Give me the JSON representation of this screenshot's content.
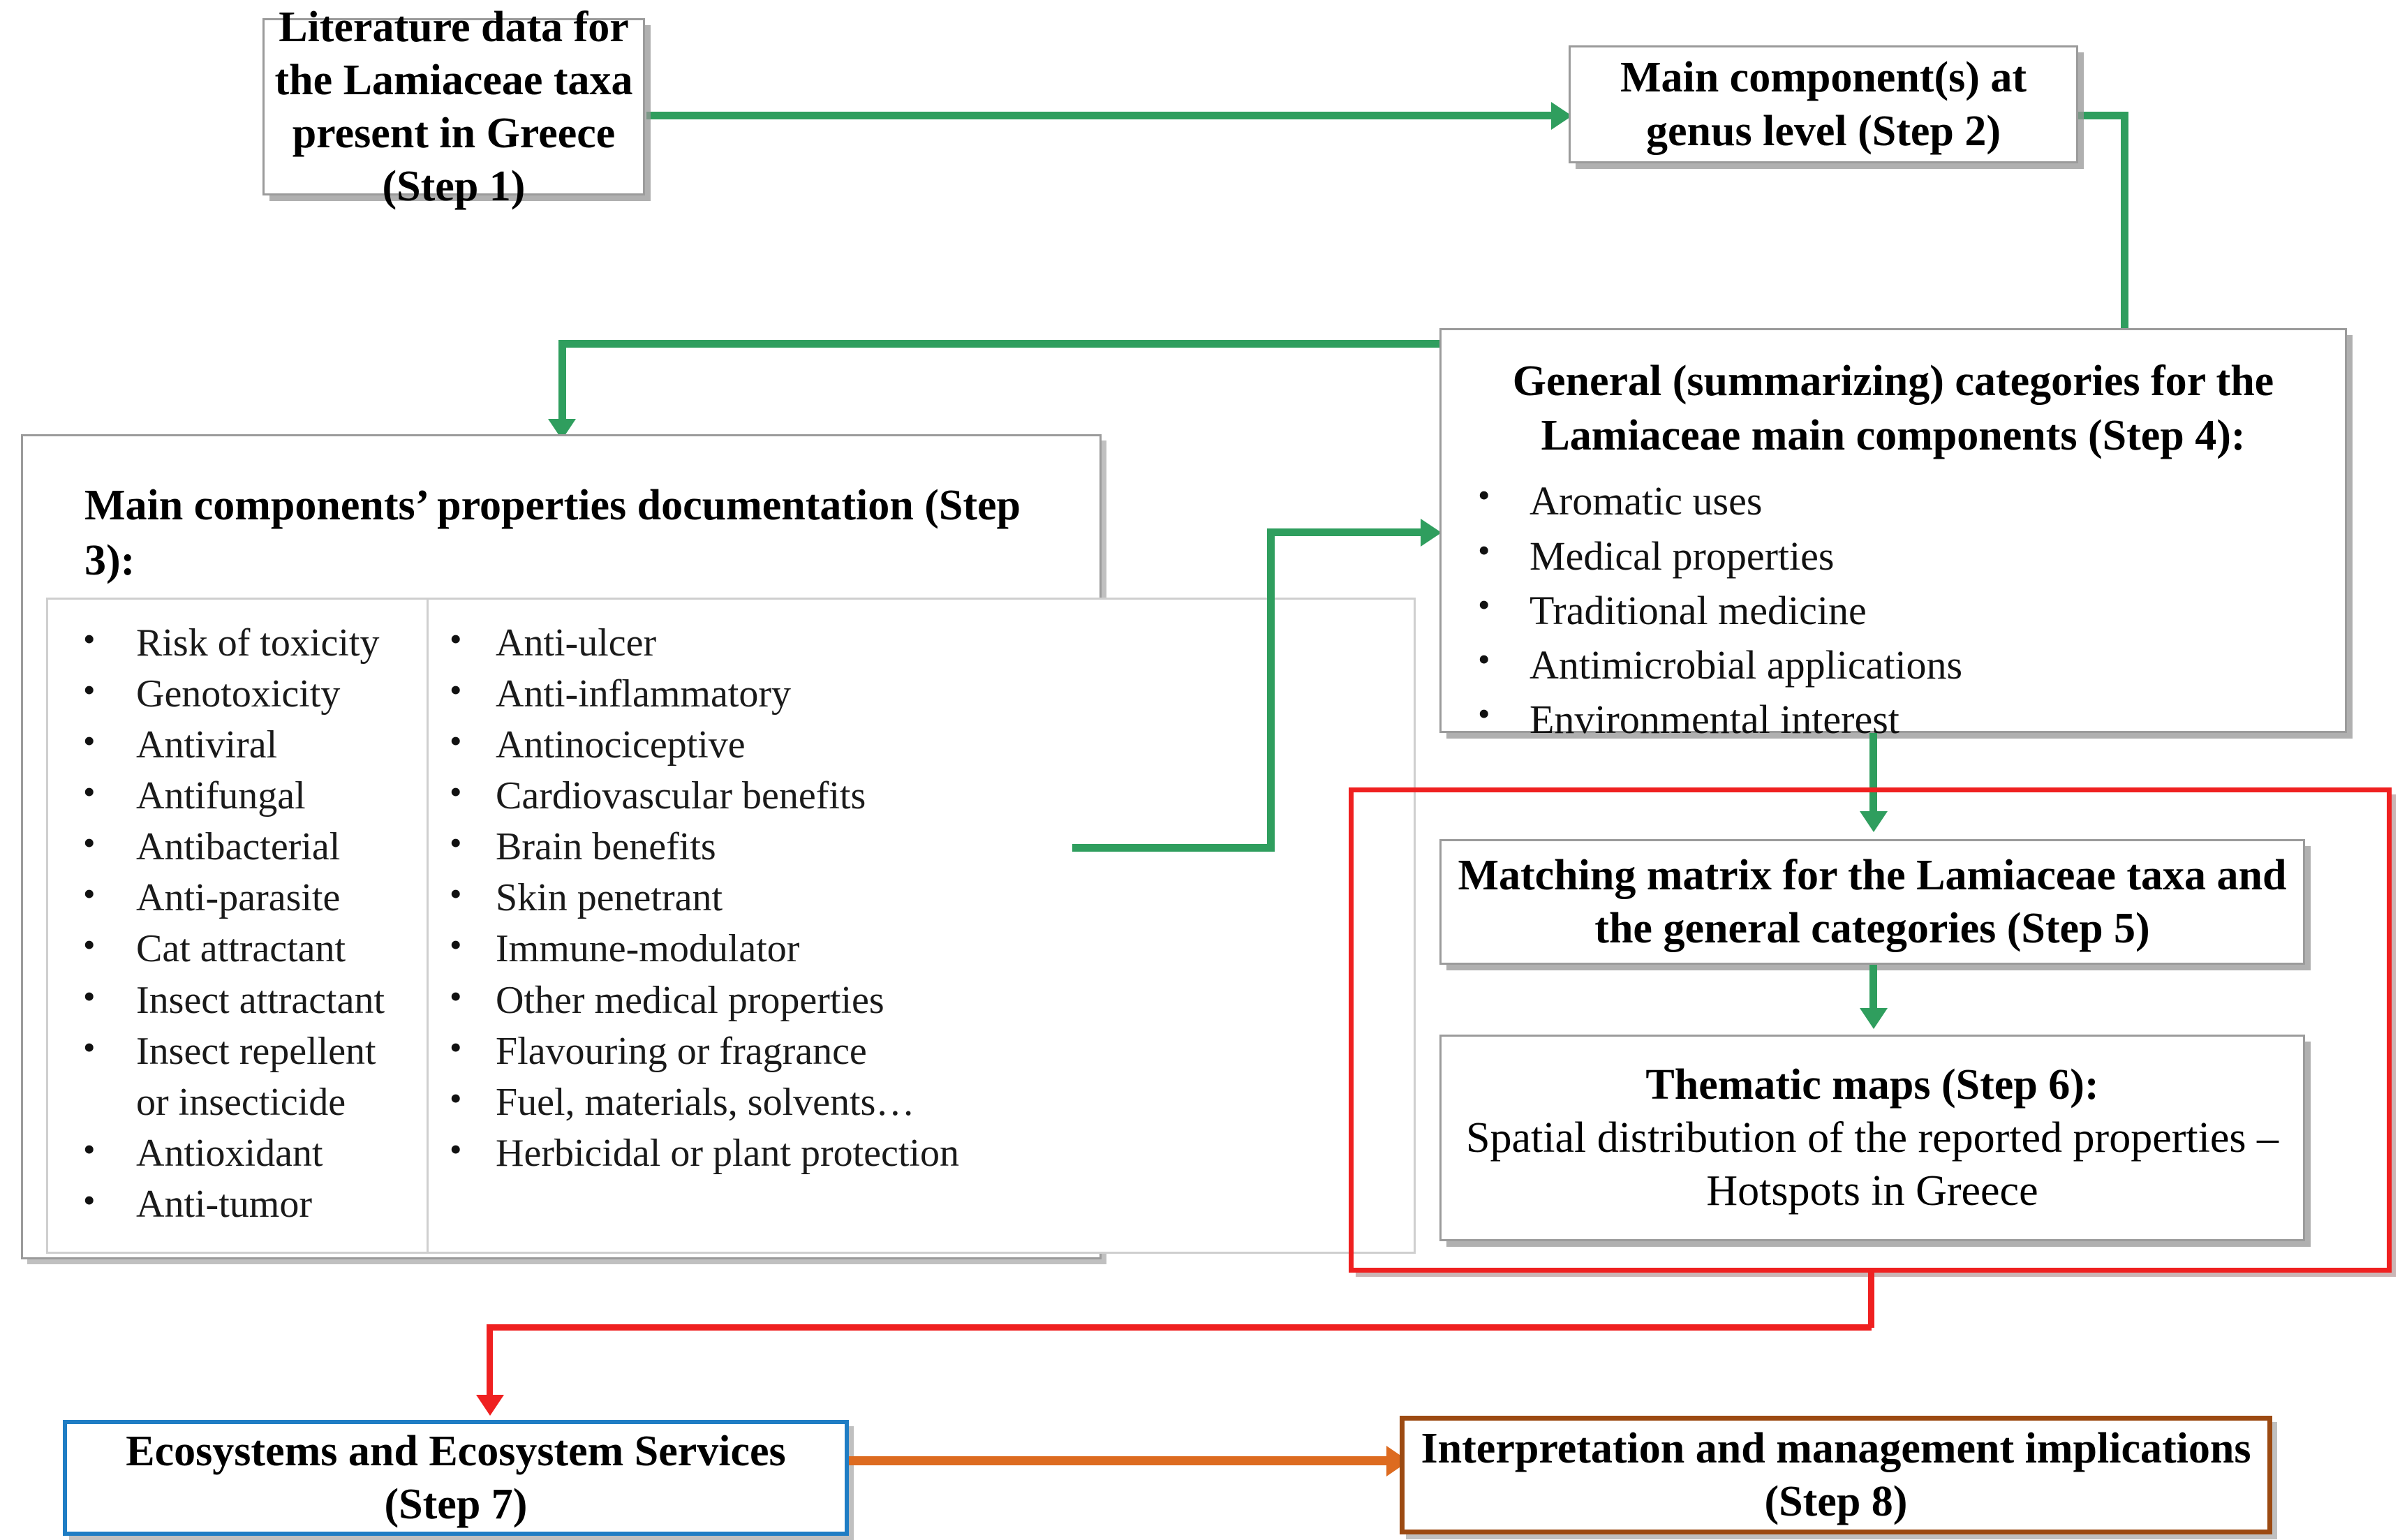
{
  "diagram": {
    "title": "Lamiaceae taxa workflow flowchart",
    "colors": {
      "green_connector": "#2f9e5e",
      "red_group": "#ef2020",
      "orange_connector": "#dd6b20",
      "blue_box_border": "#1f7dc4",
      "brown_box_border": "#9c4a12",
      "box_border_gray": "#9b9b9b"
    }
  },
  "steps": {
    "step1": {
      "label": "Literature data for the Lamiaceae taxa present in Greece (Step 1)"
    },
    "step2": {
      "label": "Main component(s) at genus level (Step 2)"
    },
    "step3": {
      "header": "Main components’ properties documentation (Step 3):",
      "left_column": [
        "Risk of toxicity",
        "Genotoxicity",
        "Antiviral",
        "Antifungal",
        "Antibacterial",
        "Anti-parasite",
        "Cat attractant",
        "Insect attractant",
        "Insect repellent\nor insecticide",
        "Antioxidant",
        "Anti-tumor"
      ],
      "right_column": [
        "Anti-ulcer",
        "Anti-inflammatory",
        "Antinociceptive",
        "Cardiovascular benefits",
        "Brain benefits",
        "Skin penetrant",
        "Immune-modulator",
        "Other medical properties",
        "Flavouring or fragrance",
        "Fuel, materials, solvents…",
        "Herbicidal or plant protection"
      ]
    },
    "step4": {
      "header": "General (summarizing) categories for the Lamiaceae main components (Step 4):",
      "items": [
        "Aromatic uses",
        "Medical properties",
        "Traditional medicine",
        "Antimicrobial applications",
        "Environmental interest"
      ]
    },
    "step5": {
      "label": "Matching matrix for the Lamiaceae taxa and the general categories (Step 5)"
    },
    "step6": {
      "title": "Thematic maps (Step 6):",
      "subtitle": "Spatial distribution of the reported properties – Hotspots in Greece"
    },
    "step7": {
      "label": "Ecosystems and Ecosystem Services (Step 7)"
    },
    "step8": {
      "label": "Interpretation and management implications (Step 8)"
    }
  }
}
